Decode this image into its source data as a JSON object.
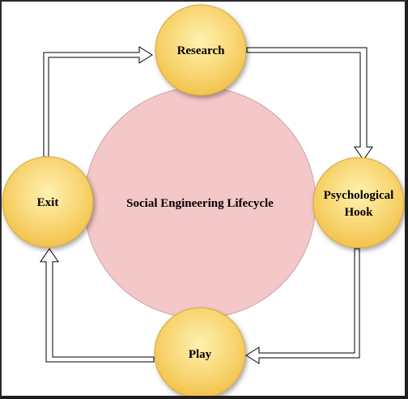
{
  "diagram": {
    "center": {
      "label": "Social Engineering Lifecycle"
    },
    "nodes": {
      "research": {
        "label": "Research"
      },
      "hook": {
        "line1": "Psychological",
        "line2": "Hook"
      },
      "play": {
        "label": "Play"
      },
      "exit": {
        "label": "Exit"
      }
    },
    "edges": [
      {
        "from": "Research",
        "to": "Psychological Hook"
      },
      {
        "from": "Psychological Hook",
        "to": "Play"
      },
      {
        "from": "Play",
        "to": "Exit"
      },
      {
        "from": "Exit",
        "to": "Research"
      }
    ]
  },
  "colors": {
    "center_fill": "#f4c7c8",
    "center_stroke": "#c9a4a5",
    "node_fill_inner": "#fff1b0",
    "node_fill_outer": "#f2c24c",
    "node_stroke": "#d6a93a",
    "arrow_fill": "#ffffff",
    "arrow_stroke": "#000000"
  }
}
